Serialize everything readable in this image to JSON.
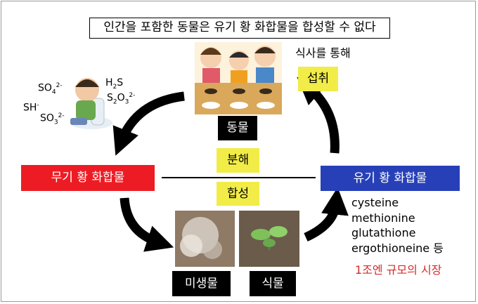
{
  "title": "인간을 포함한 동물은 유기 황 화합물을 합성할 수 없다",
  "nodes": {
    "inorganic": "무기 황 화합물",
    "organic": "유기 황 화합물",
    "animal": "동물",
    "microbe": "미생물",
    "plant": "식물"
  },
  "processes": {
    "decomposition": "분해",
    "synthesis": "합성",
    "intake_note": "식사를 통해",
    "intake": "섭취"
  },
  "inorganic_examples": {
    "so4": {
      "base": "SO",
      "sub": "4",
      "sup": "2-"
    },
    "h2s": {
      "base": "H",
      "sub": "2",
      "tail": "S"
    },
    "sh": {
      "base": "SH",
      "sup": "-"
    },
    "s2o3": {
      "base": "S",
      "sub1": "2",
      "mid": "O",
      "sub2": "3",
      "sup": "2-"
    },
    "so3": {
      "base": "SO",
      "sub": "3",
      "sup": "2-"
    }
  },
  "organic_compounds": [
    "cysteine",
    "methionine",
    "glutathione",
    "ergothioneine 등"
  ],
  "market_note": "1조엔 규모의 시장",
  "colors": {
    "inorganic": "#ed1c24",
    "organic": "#2740b8",
    "process_label": "#f2ec48",
    "category_label": "#000000",
    "market_text": "#d42a2a"
  }
}
